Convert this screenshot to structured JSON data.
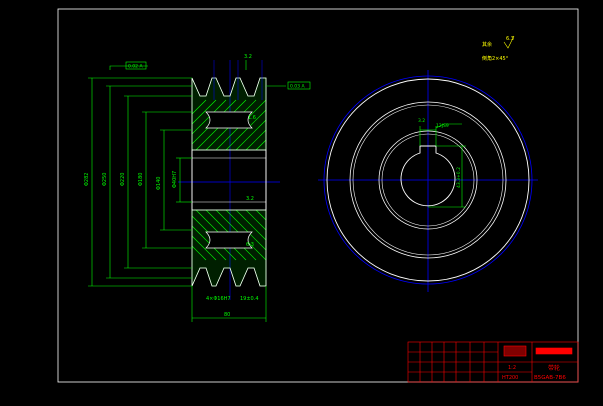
{
  "colors": {
    "background": "#000000",
    "border": "#ffffff",
    "outline": "#ffffff",
    "dimension": "#00ff00",
    "hatch": "#00ff00",
    "centerline": "#0000ff",
    "pitch": "#0000ff",
    "titleblock": "#ff0000",
    "note": "#ffff00"
  },
  "notes": {
    "roughness_label": "其余",
    "roughness_value": "6.3",
    "chamfer_label": "倒角2×45°"
  },
  "dimensions": {
    "od": "Φ282",
    "d1": "Φ250",
    "d2": "Φ220",
    "d3": "Φ180",
    "d4": "Φ140",
    "bore": "Φ40H7",
    "width": "80",
    "groove_pitch": "4×Φ16H7",
    "groove_width": "19±0.4",
    "keyway": "12JS9",
    "keyway_depth": "43.3+0.2",
    "top_tol": "0.02 A",
    "right_tol": "0.03 A",
    "rough_a": "3.2",
    "rough_b": "3.2",
    "rough_c": "6.3",
    "rough_d": "1.6"
  },
  "titleblock": {
    "part_name": "带轮",
    "drawing_no": "B5GAB-7B6",
    "material": "HT200",
    "scale": "1:2"
  }
}
